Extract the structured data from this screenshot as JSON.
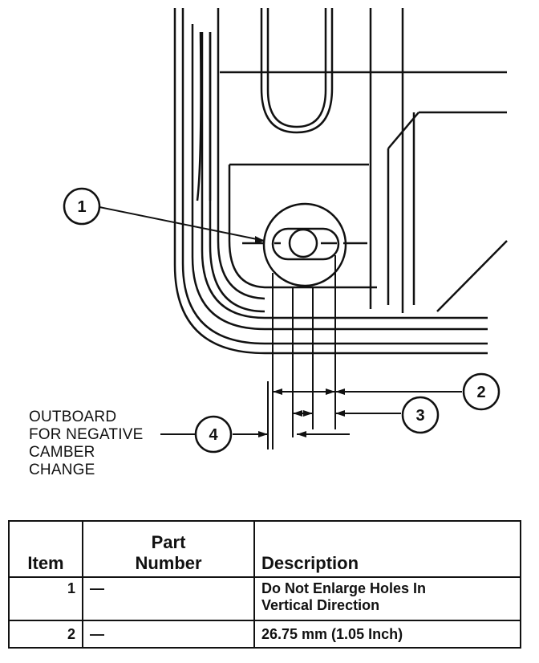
{
  "callouts": {
    "c1": "1",
    "c2": "2",
    "c3": "3",
    "c4": "4"
  },
  "side_label": {
    "line1": "OUTBOARD",
    "line2": "FOR NEGATIVE",
    "line3": "CAMBER",
    "line4": "CHANGE"
  },
  "table": {
    "headers": {
      "item": "Item",
      "part_line1": "Part",
      "part_line2": "Number",
      "description": "Description"
    },
    "rows": [
      {
        "item": "1",
        "part": "—",
        "description_line1": "Do Not Enlarge Holes In",
        "description_line2": "Vertical Direction"
      },
      {
        "item": "2",
        "part": "—",
        "description_line1": "26.75 mm (1.05 Inch)",
        "description_line2": ""
      }
    ]
  }
}
